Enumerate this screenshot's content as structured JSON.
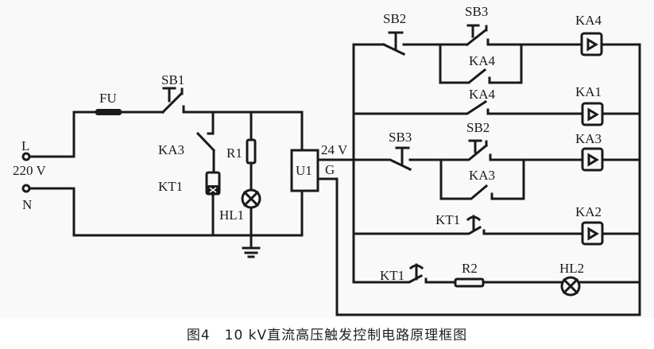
{
  "caption": "图4　10 kV直流高压触发控制电路原理框图",
  "labels": {
    "L": "L",
    "voltage_in": "220 V",
    "N": "N",
    "FU": "FU",
    "SB1": "SB1",
    "KA3_left": "KA3",
    "KT1_left": "KT1",
    "R1": "R1",
    "HL1": "HL1",
    "U1": "U1",
    "v24": "24 V",
    "G": "G",
    "SB2_top": "SB2",
    "SB3_top": "SB3",
    "KA4_hold": "KA4",
    "KA4_coil": "KA4",
    "KA4_contact": "KA4",
    "KA1_coil": "KA1",
    "SB3_mid": "SB3",
    "SB2_mid": "SB2",
    "KA3_hold": "KA3",
    "KA3_coil": "KA3",
    "KT1_mid": "KT1",
    "KA2_coil": "KA2",
    "KT1_bot": "KT1",
    "R2": "R2",
    "HL2": "HL2"
  }
}
